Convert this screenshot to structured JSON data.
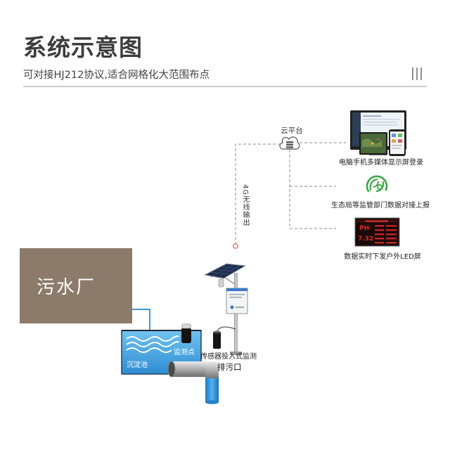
{
  "header": {
    "title": "系统示意图",
    "subtitle": "可对接HJ212协议,适合网格化大范围布点",
    "menu_icon": "three-vertical-lines-icon"
  },
  "cloud": {
    "label": "云平台",
    "icon": "cloud-server-icon"
  },
  "link": {
    "label": "4G无线输出"
  },
  "outputs": [
    {
      "label": "电脑手机多媒体显示屏登录",
      "icon": "computer-phone-icon"
    },
    {
      "label": "生态局等监管部门数据对接上报",
      "icon": "ecology-bureau-logo-icon"
    },
    {
      "label": "数据实时下发户外LED屏",
      "icon": "outdoor-led-screen-icon"
    }
  ],
  "led": {
    "param": "PH",
    "value": "7.32"
  },
  "site": {
    "plant": "污水厂",
    "tank": "沉淀池",
    "monitor_point": "监测点",
    "sensor": "传感器投入式监测",
    "outlet": "排污口"
  },
  "colors": {
    "title": "#3c3c3c",
    "plant_box": "#8c7b6a",
    "water": "#4aa6e3",
    "link_line": "#8a8a8a",
    "led_text": "#e02828"
  }
}
